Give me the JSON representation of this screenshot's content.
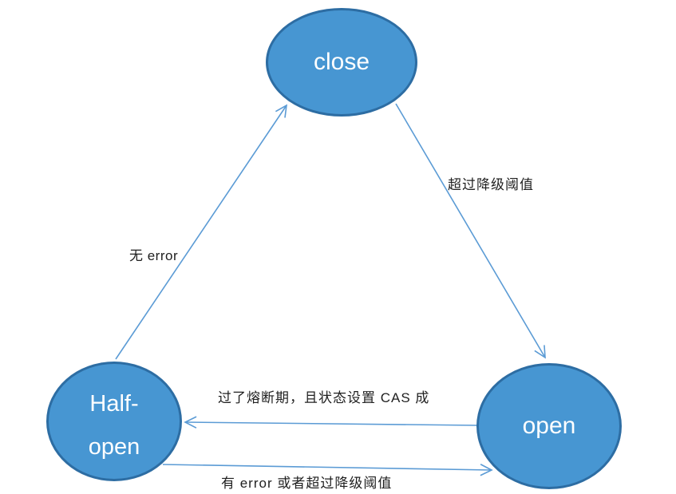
{
  "nodes": {
    "close": {
      "label": "close"
    },
    "half_open": {
      "label": "Half-open"
    },
    "open": {
      "label": "open"
    }
  },
  "edges": {
    "close_to_open": {
      "from": "close",
      "to": "open",
      "label": "超过降级阈值"
    },
    "half_open_to_close": {
      "from": "half_open",
      "to": "close",
      "label": "无 error"
    },
    "open_to_half_open": {
      "from": "open",
      "to": "half_open",
      "label": "过了熔断期，且状态设置 CAS 成"
    },
    "half_open_to_open": {
      "from": "half_open",
      "to": "open",
      "label": "有 error 或者超过降级阈值"
    }
  },
  "colors": {
    "node_fill": "#4796d2",
    "node_border": "#2d6da3",
    "node_text": "#ffffff",
    "arrow": "#5b9bd5",
    "label_text": "#1f1f1f",
    "background": "#ffffff"
  }
}
